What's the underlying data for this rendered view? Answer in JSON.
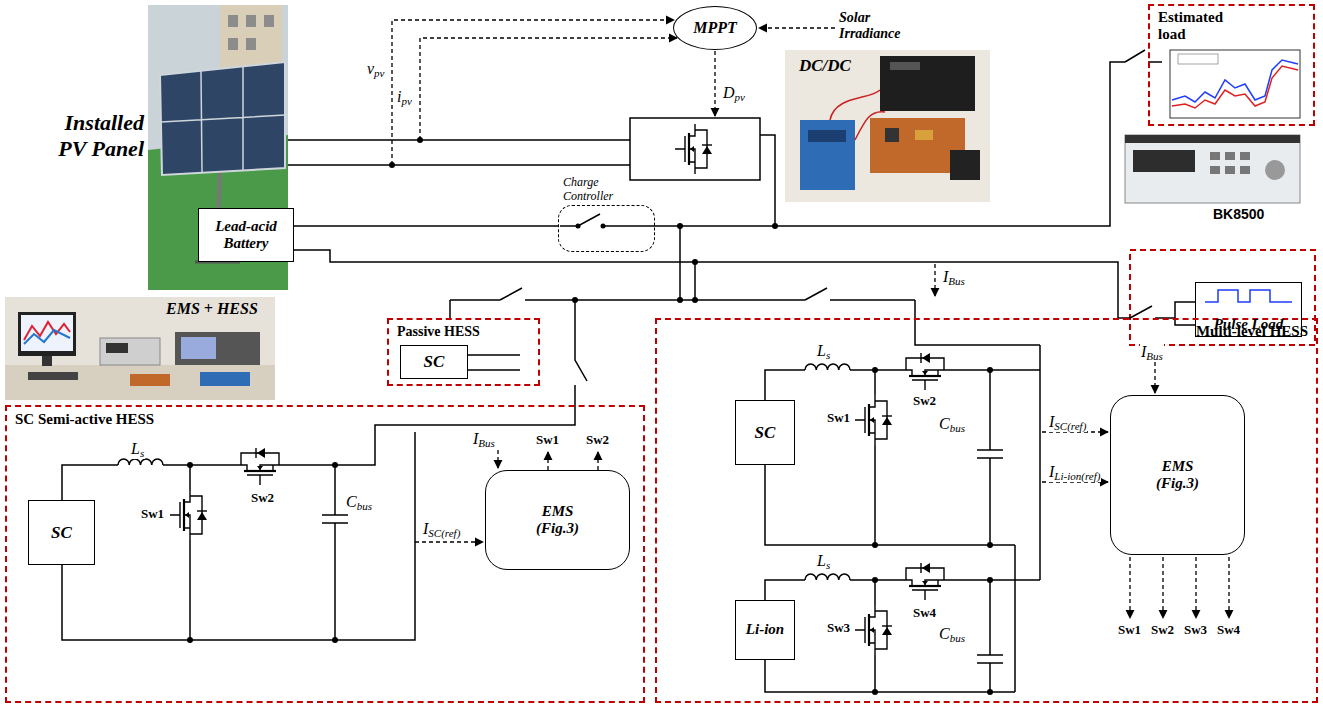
{
  "diagram": {
    "nodes": [
      {
        "text": [
          "MPPT"
        ]
      },
      {
        "text": [
          "Charge Controller"
        ]
      },
      {
        "text": [
          "Lead-acid Battery"
        ]
      },
      {
        "text": [
          "Estimated load"
        ]
      },
      {
        "text": [
          "Pulse Load"
        ]
      },
      {
        "text": [
          "Passive HESS"
        ]
      },
      {
        "text": [
          "SC"
        ],
        "in": 5
      },
      {
        "text": [
          "SC Semi-active HESS"
        ]
      },
      {
        "text": [
          "SC"
        ],
        "in": 7
      },
      {
        "text": [
          "EMS (Fig.3)"
        ],
        "in": 7
      },
      {
        "text": [
          "Multi-level HESS"
        ]
      },
      {
        "text": [
          "SC"
        ],
        "in": 10
      },
      {
        "text": [
          "Li-ion"
        ],
        "in": 10
      },
      {
        "text": [
          "EMS (Fig.3)"
        ],
        "in": 10
      }
    ],
    "edges": [
      {
        "from": 2,
        "to": 1,
        "arrow": "none"
      }
    ],
    "labels": [
      "Installed PV Panel",
      "vpv",
      "ipv",
      "Solar Irradiance",
      "Dpv",
      "DC/DC",
      "BK8500",
      "IBus",
      "EMS + HESS",
      "Ls",
      "Sw1",
      "Sw2",
      "Cbus",
      "IBus",
      "Sw1",
      "Sw2",
      "ISC(ref)",
      "Ls",
      "Sw1",
      "Sw2",
      "Cbus",
      "Ls",
      "Sw3",
      "Sw4",
      "Cbus",
      "IBus",
      "ISC(ref)",
      "ILi-ion(ref)",
      "Sw1",
      "Sw2",
      "Sw3",
      "Sw4"
    ]
  }
}
